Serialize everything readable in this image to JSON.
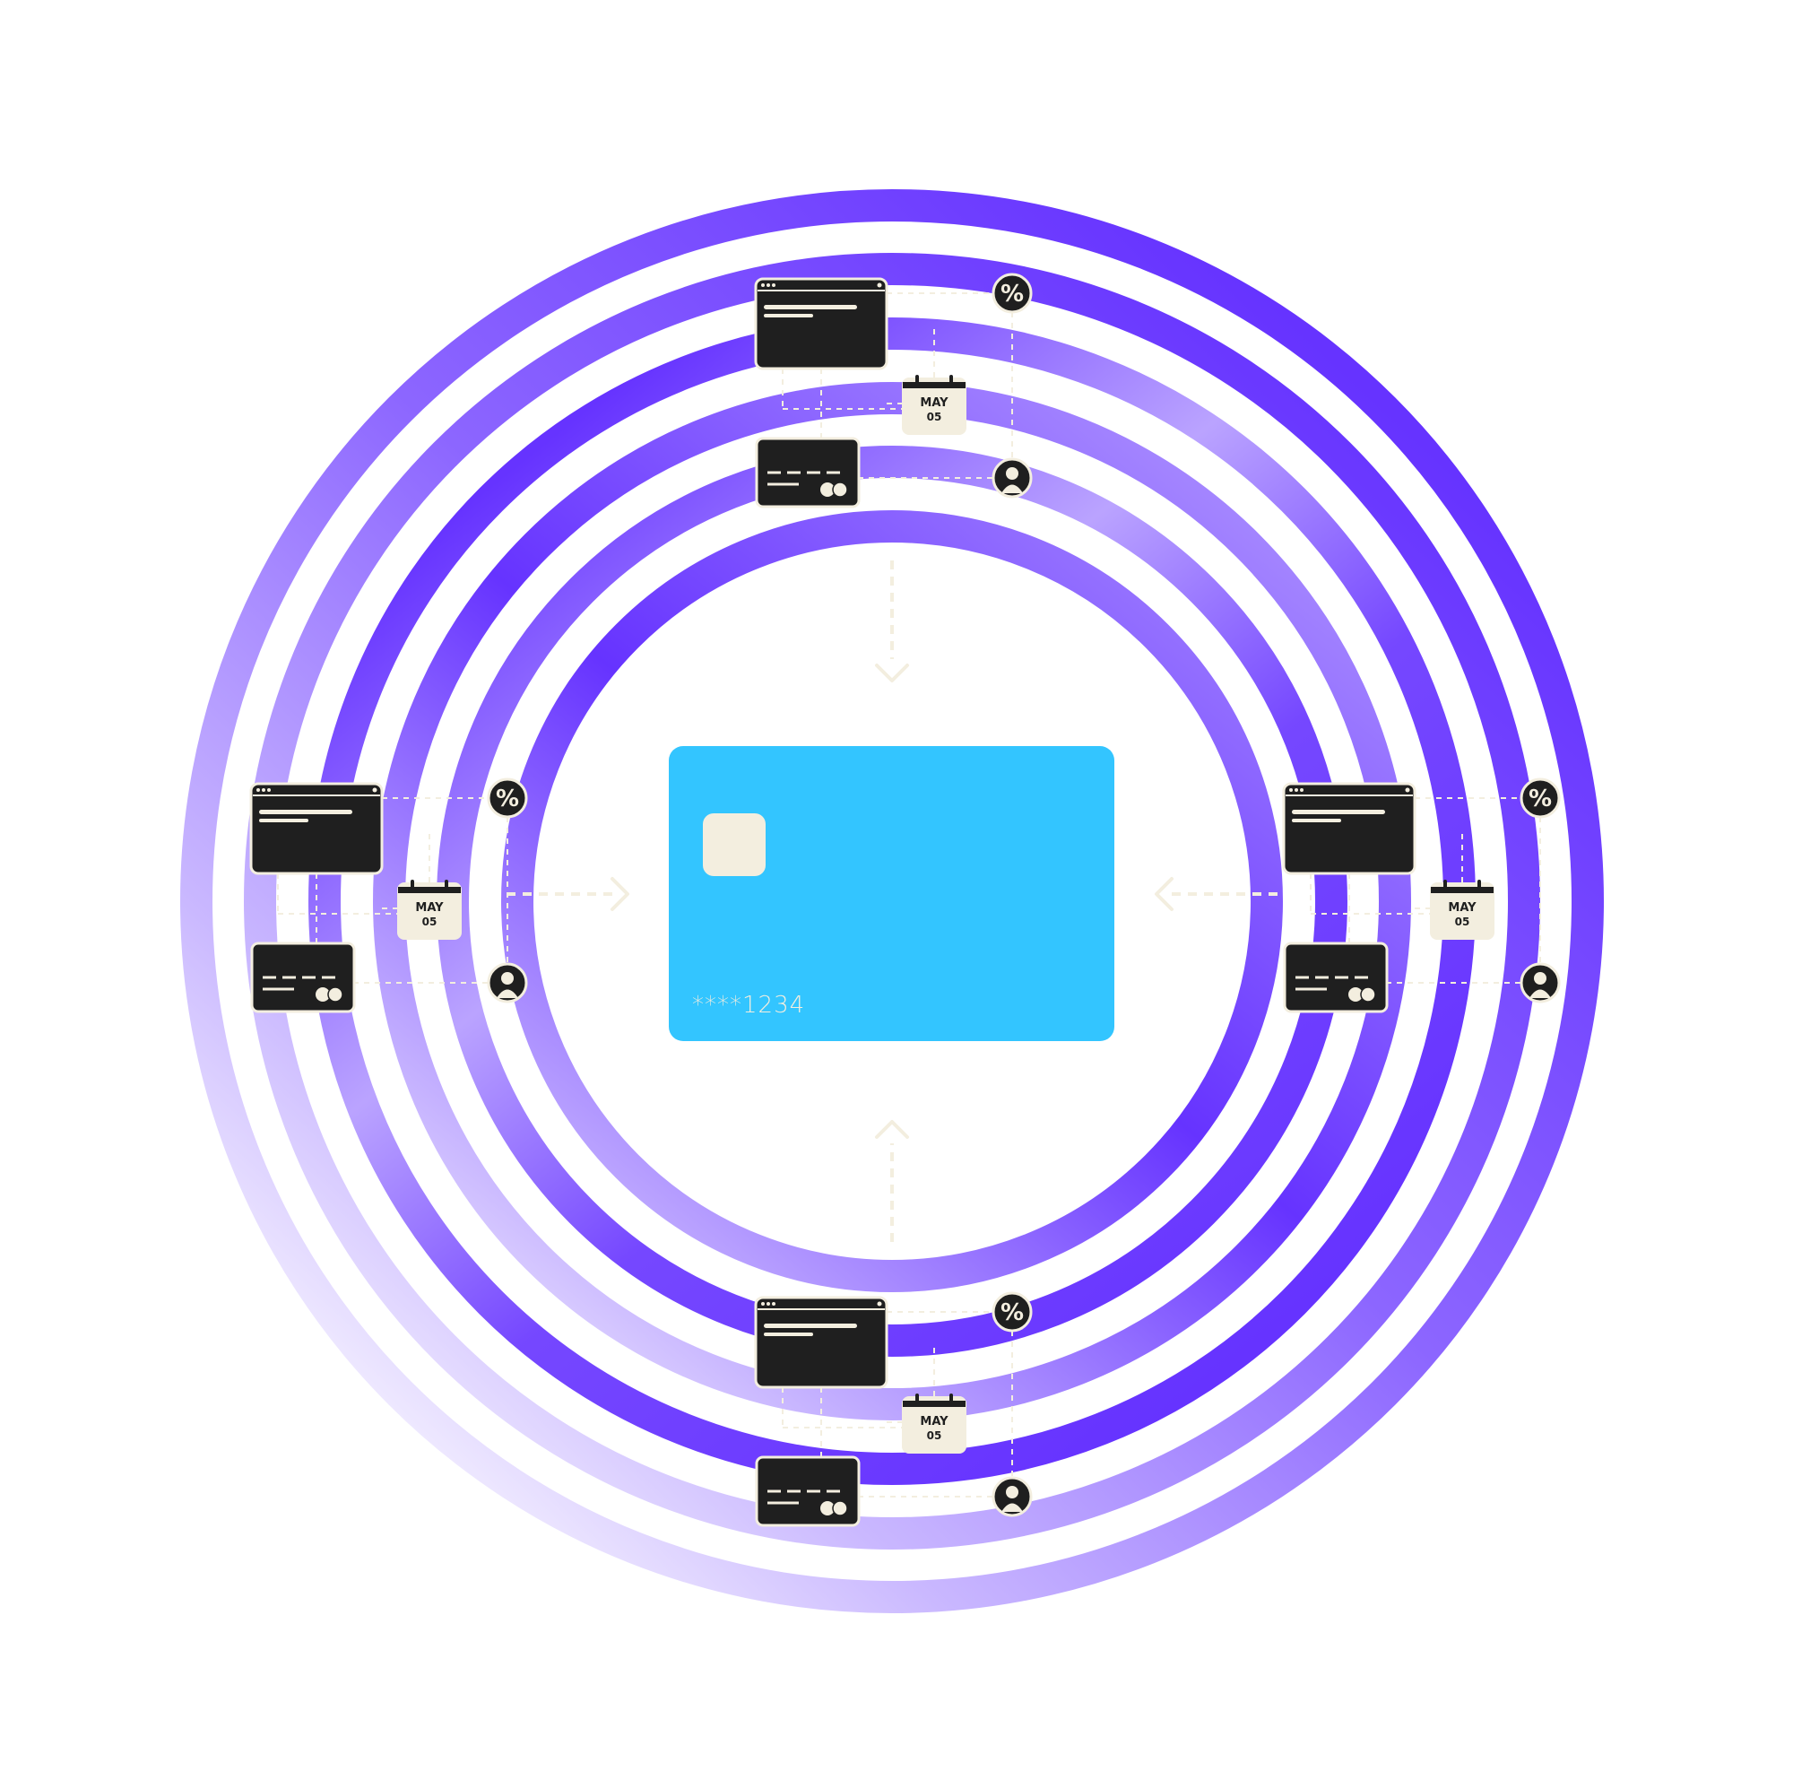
{
  "central_card": {
    "number": "****1234",
    "color": "#33C5FF",
    "chip_color": "#F3EEDF"
  },
  "colors": {
    "ring": "#6633FF",
    "icon_dark": "#1F1F1F",
    "icon_light": "#F3EEDF",
    "connector": "#F3EEDF"
  },
  "clusters": [
    {
      "position": "top",
      "calendar_month": "MAY",
      "calendar_day": "05",
      "icons": [
        "browser-window-icon",
        "credit-card-icon",
        "percent-icon",
        "calendar-icon",
        "user-icon"
      ]
    },
    {
      "position": "left",
      "calendar_month": "MAY",
      "calendar_day": "05",
      "icons": [
        "browser-window-icon",
        "credit-card-icon",
        "percent-icon",
        "calendar-icon",
        "user-icon"
      ]
    },
    {
      "position": "right",
      "calendar_month": "MAY",
      "calendar_day": "05",
      "icons": [
        "browser-window-icon",
        "credit-card-icon",
        "percent-icon",
        "calendar-icon",
        "user-icon"
      ]
    },
    {
      "position": "bottom",
      "calendar_month": "MAY",
      "calendar_day": "05",
      "icons": [
        "browser-window-icon",
        "credit-card-icon",
        "percent-icon",
        "calendar-icon",
        "user-icon"
      ]
    }
  ],
  "arrows": [
    "down",
    "right",
    "left",
    "up"
  ]
}
